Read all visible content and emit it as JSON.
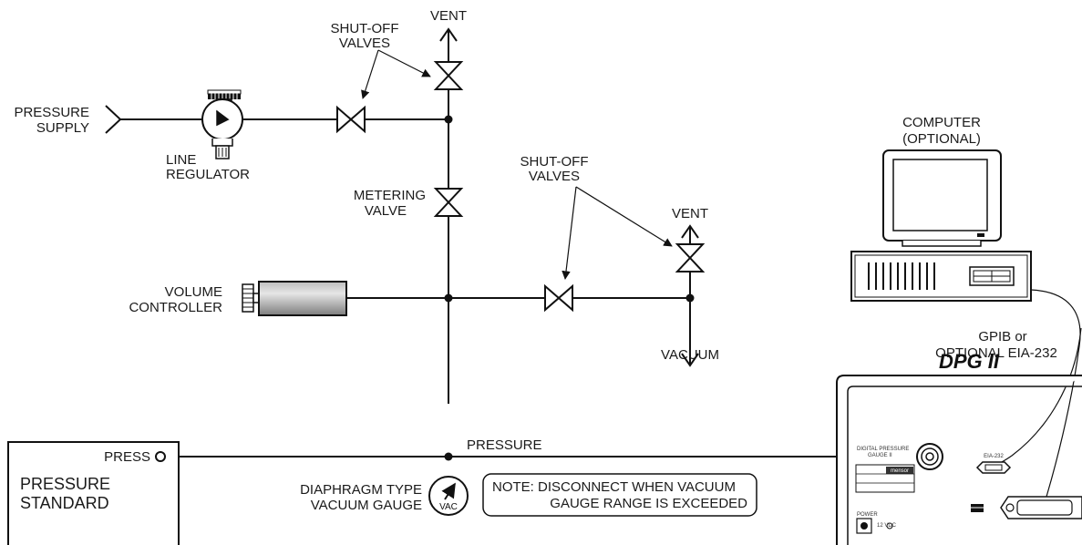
{
  "labels": {
    "vent_top": "VENT",
    "shutoff_top_1": "SHUT-OFF",
    "shutoff_top_2": "VALVES",
    "pressure_supply_1": "PRESSURE",
    "pressure_supply_2": "SUPPLY",
    "line_regulator_1": "LINE",
    "line_regulator_2": "REGULATOR",
    "metering_1": "METERING",
    "metering_2": "VALVE",
    "shutoff_mid_1": "SHUT-OFF",
    "shutoff_mid_2": "VALVES",
    "vent_mid": "VENT",
    "volume_1": "VOLUME",
    "volume_2": "CONTROLLER",
    "vacuum": "VACUUM",
    "computer_1": "COMPUTER",
    "computer_2": "(OPTIONAL)",
    "gpib_1": "GPIB or",
    "gpib_2": "OPTIONAL EIA-232",
    "dpg_title": "DPG II",
    "pressure_line": "PRESSURE",
    "press_port": "PRESS",
    "standard_1": "PRESSURE",
    "standard_2": "STANDARD",
    "diaphragm_1": "DIAPHRAGM TYPE",
    "diaphragm_2": "VACUUM GAUGE",
    "vac": "VAC",
    "note_1": "NOTE:  DISCONNECT WHEN VACUUM",
    "note_2": "GAUGE RANGE IS EXCEEDED",
    "panel_digital": "DIGITAL   PRESSURE",
    "panel_gauge": "GAUGE   II",
    "panel_eia": "EIA-232",
    "panel_power": "POWER",
    "panel_dc": "12\nVDC",
    "panel_brand": "mensor"
  },
  "colors": {
    "line": "#111111",
    "cylinder_dark": "#8a8a8a",
    "cylinder_light": "#d9d9d9"
  }
}
